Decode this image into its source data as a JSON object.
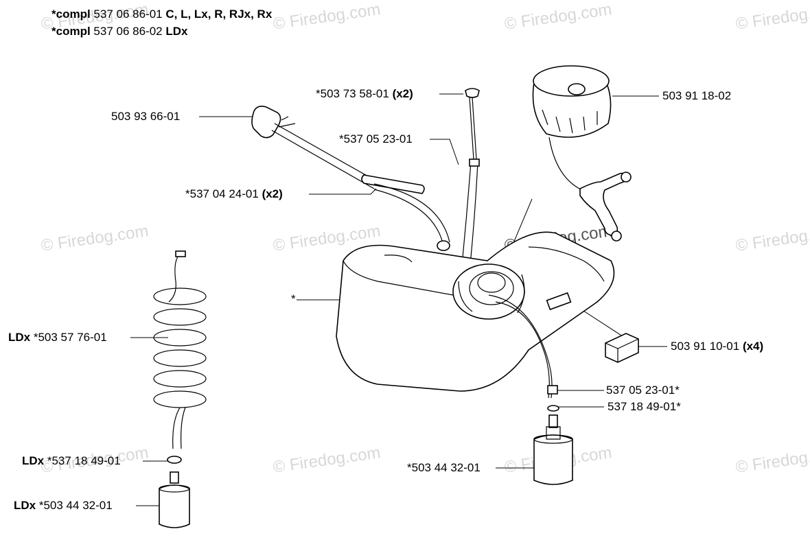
{
  "header": {
    "line1": {
      "prefix": "*compl",
      "number": "537 06 86-01",
      "models": "C, L, Lx, R, RJx, Rx"
    },
    "line2": {
      "prefix": "*compl",
      "number": "537 06 86-02",
      "models": "LDx"
    }
  },
  "watermark": {
    "text": "© Firedog.com"
  },
  "callouts": [
    {
      "id": "c1",
      "prefix": "",
      "number": "503 93 66-01",
      "suffix": ""
    },
    {
      "id": "c2",
      "prefix": "",
      "number": "*503 73 58-01",
      "suffix": "(x2)"
    },
    {
      "id": "c3",
      "prefix": "",
      "number": "503 91 18-02",
      "suffix": ""
    },
    {
      "id": "c4",
      "prefix": "",
      "number": "*537 05 23-01",
      "suffix": ""
    },
    {
      "id": "c5",
      "prefix": "",
      "number": "*537 04 24-01",
      "suffix": "(x2)"
    },
    {
      "id": "c6",
      "prefix": "",
      "number": "*",
      "suffix": ""
    },
    {
      "id": "c7",
      "prefix": "LDx",
      "number": "*503 57 76-01",
      "suffix": ""
    },
    {
      "id": "c8",
      "prefix": "",
      "number": "503 91 10-01",
      "suffix": "(x4)"
    },
    {
      "id": "c9",
      "prefix": "",
      "number": "537 05 23-01*",
      "suffix": ""
    },
    {
      "id": "c10",
      "prefix": "",
      "number": "537 18 49-01*",
      "suffix": ""
    },
    {
      "id": "c11",
      "prefix": "LDx",
      "number": "*537 18 49-01",
      "suffix": ""
    },
    {
      "id": "c12",
      "prefix": "",
      "number": "*503 44 32-01",
      "suffix": ""
    },
    {
      "id": "c13",
      "prefix": "LDx",
      "number": "*503 44 32-01",
      "suffix": ""
    }
  ]
}
